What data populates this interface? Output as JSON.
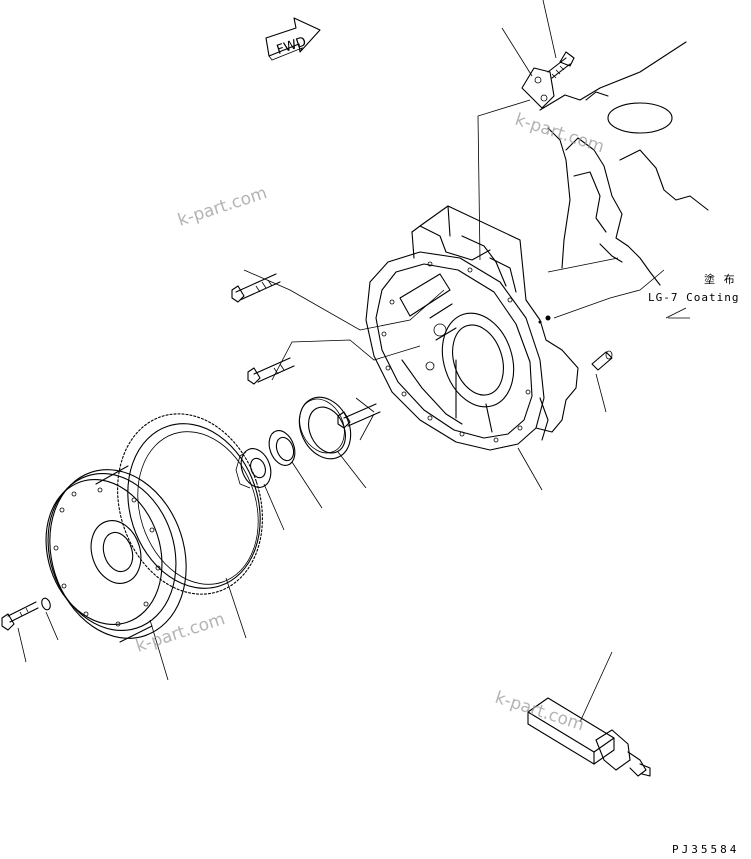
{
  "direction_label": "FWD",
  "coating_note": {
    "jp": "塗 布",
    "en": "LG-7 Coating"
  },
  "watermark": "k-part.com",
  "drawing_number": "PJ35584"
}
